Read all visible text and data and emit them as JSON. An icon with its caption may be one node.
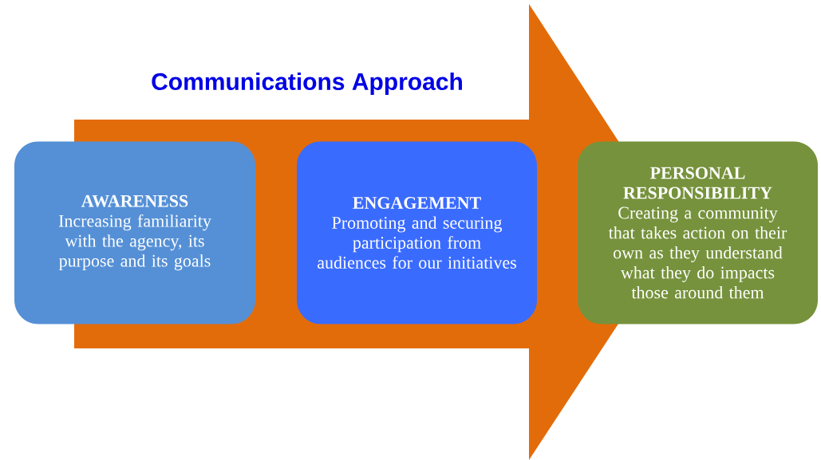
{
  "diagram": {
    "title": "Communications Approach",
    "nodes": [
      {
        "text": [
          "AWARENESS",
          "Increasing familiarity with the agency, its purpose and its goals"
        ]
      },
      {
        "text": [
          "ENGAGEMENT",
          "Promoting and securing participation from audiences for our initiatives"
        ]
      },
      {
        "text": [
          "PERSONAL RESPONSIBILITY",
          "Creating a community that takes action on their own as they understand what they do impacts those around them"
        ]
      }
    ],
    "edges": [
      {
        "from": 0,
        "to": 2,
        "arrow": "to"
      }
    ]
  }
}
